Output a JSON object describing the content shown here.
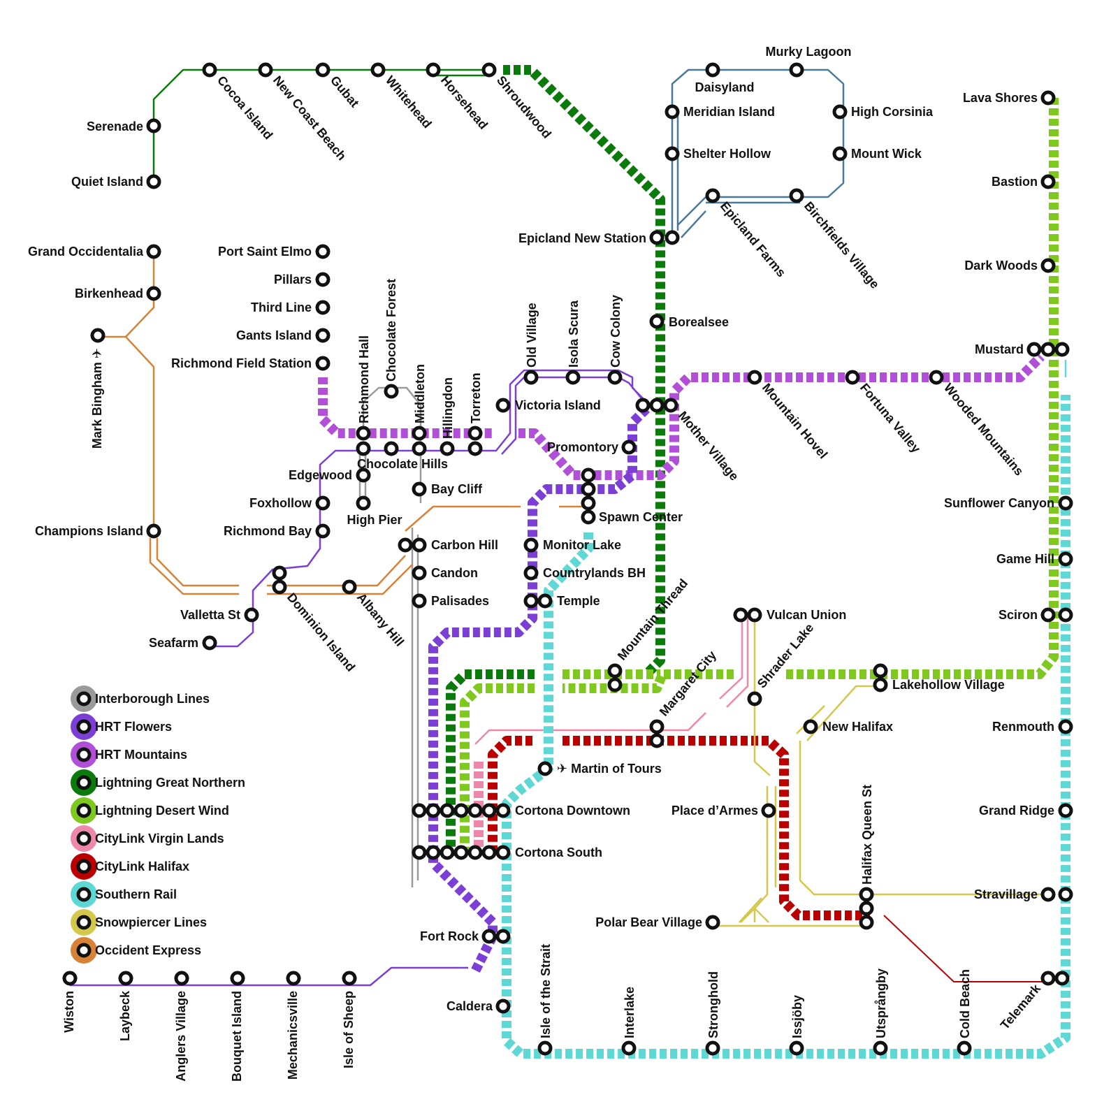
{
  "legend": [
    {
      "name": "Interborough Lines",
      "color": "#9a9a9a"
    },
    {
      "name": "HRT Flowers",
      "color": "#7b3fd6"
    },
    {
      "name": "HRT Mountains",
      "color": "#b24fd9"
    },
    {
      "name": "Lightning Great Northern",
      "color": "#0a7a0a"
    },
    {
      "name": "Lightning Desert Wind",
      "color": "#7fc81e"
    },
    {
      "name": "CityLink Virgin Lands",
      "color": "#ee88aa"
    },
    {
      "name": "CityLink Halifax",
      "color": "#bb0000"
    },
    {
      "name": "Southern Rail",
      "color": "#5ed8d4"
    },
    {
      "name": "Snowpiercer Lines",
      "color": "#d4c84c"
    },
    {
      "name": "Occident Express",
      "color": "#d88238"
    }
  ],
  "stations": [
    {
      "name": "Cocoa Island"
    },
    {
      "name": "New Coast Beach"
    },
    {
      "name": "Gubat"
    },
    {
      "name": "Whitehead"
    },
    {
      "name": "Horsehead"
    },
    {
      "name": "Shroudwood"
    },
    {
      "name": "Serenade"
    },
    {
      "name": "Quiet Island"
    },
    {
      "name": "Daisyland"
    },
    {
      "name": "Murky Lagoon"
    },
    {
      "name": "Meridian Island"
    },
    {
      "name": "High Corsinia"
    },
    {
      "name": "Shelter Hollow"
    },
    {
      "name": "Mount Wick"
    },
    {
      "name": "Epicland Farms"
    },
    {
      "name": "Birchfields Village"
    },
    {
      "name": "Epicland New Station"
    },
    {
      "name": "Borealsee"
    },
    {
      "name": "Lava Shores"
    },
    {
      "name": "Bastion"
    },
    {
      "name": "Dark Woods"
    },
    {
      "name": "Mustard"
    },
    {
      "name": "Grand Occidentalia"
    },
    {
      "name": "Birkenhead"
    },
    {
      "name": "Mark Bingham ✈"
    },
    {
      "name": "Champions Island"
    },
    {
      "name": "Port Saint Elmo"
    },
    {
      "name": "Pillars"
    },
    {
      "name": "Third Line"
    },
    {
      "name": "Gants Island"
    },
    {
      "name": "Richmond Field Station"
    },
    {
      "name": "Richmond Hall"
    },
    {
      "name": "Chocolate Forest"
    },
    {
      "name": "Middleton"
    },
    {
      "name": "Hillingdon"
    },
    {
      "name": "Torreton"
    },
    {
      "name": "Old Village"
    },
    {
      "name": "Isola Scura"
    },
    {
      "name": "Cow Colony"
    },
    {
      "name": "Victoria Island"
    },
    {
      "name": "Mother Village"
    },
    {
      "name": "Mountain Hovel"
    },
    {
      "name": "Fortuna Valley"
    },
    {
      "name": "Wooded Mountains"
    },
    {
      "name": "Promontory"
    },
    {
      "name": "Chocolate Hills"
    },
    {
      "name": "Edgewood"
    },
    {
      "name": "Foxhollow"
    },
    {
      "name": "Richmond Bay"
    },
    {
      "name": "High Pier"
    },
    {
      "name": "Bay Cliff"
    },
    {
      "name": "Spawn Center"
    },
    {
      "name": "Carbon Hill"
    },
    {
      "name": "Candon"
    },
    {
      "name": "Palisades"
    },
    {
      "name": "Monitor Lake"
    },
    {
      "name": "Countrylands BH"
    },
    {
      "name": "Temple"
    },
    {
      "name": "Dominion Island"
    },
    {
      "name": "Albany Hill"
    },
    {
      "name": "Valletta St"
    },
    {
      "name": "Seafarm"
    },
    {
      "name": "Sunflower Canyon"
    },
    {
      "name": "Game Hill"
    },
    {
      "name": "Sciron"
    },
    {
      "name": "Mountain Thread"
    },
    {
      "name": "Vulcan Union"
    },
    {
      "name": "Shrader Lake"
    },
    {
      "name": "Margaret City"
    },
    {
      "name": "Lakehollow Village"
    },
    {
      "name": "New Halifax"
    },
    {
      "name": "Renmouth"
    },
    {
      "name": "✈ Martin of Tours"
    },
    {
      "name": "Cortona Downtown"
    },
    {
      "name": "Place d’Armes"
    },
    {
      "name": "Halifax Queen St"
    },
    {
      "name": "Grand Ridge"
    },
    {
      "name": "Cortona South"
    },
    {
      "name": "Stravillage"
    },
    {
      "name": "Polar Bear Village"
    },
    {
      "name": "Fort Rock"
    },
    {
      "name": "Caldera"
    },
    {
      "name": "Isle of the Strait"
    },
    {
      "name": "Interlake"
    },
    {
      "name": "Stronghold"
    },
    {
      "name": "Issjöby"
    },
    {
      "name": "Utsprångby"
    },
    {
      "name": "Cold Beach"
    },
    {
      "name": "Telemark"
    },
    {
      "name": "Wiston"
    },
    {
      "name": "Laybeck"
    },
    {
      "name": "Anglers Village"
    },
    {
      "name": "Bouquet Island"
    },
    {
      "name": "Mechanicsville"
    },
    {
      "name": "Isle of Sheep"
    }
  ]
}
